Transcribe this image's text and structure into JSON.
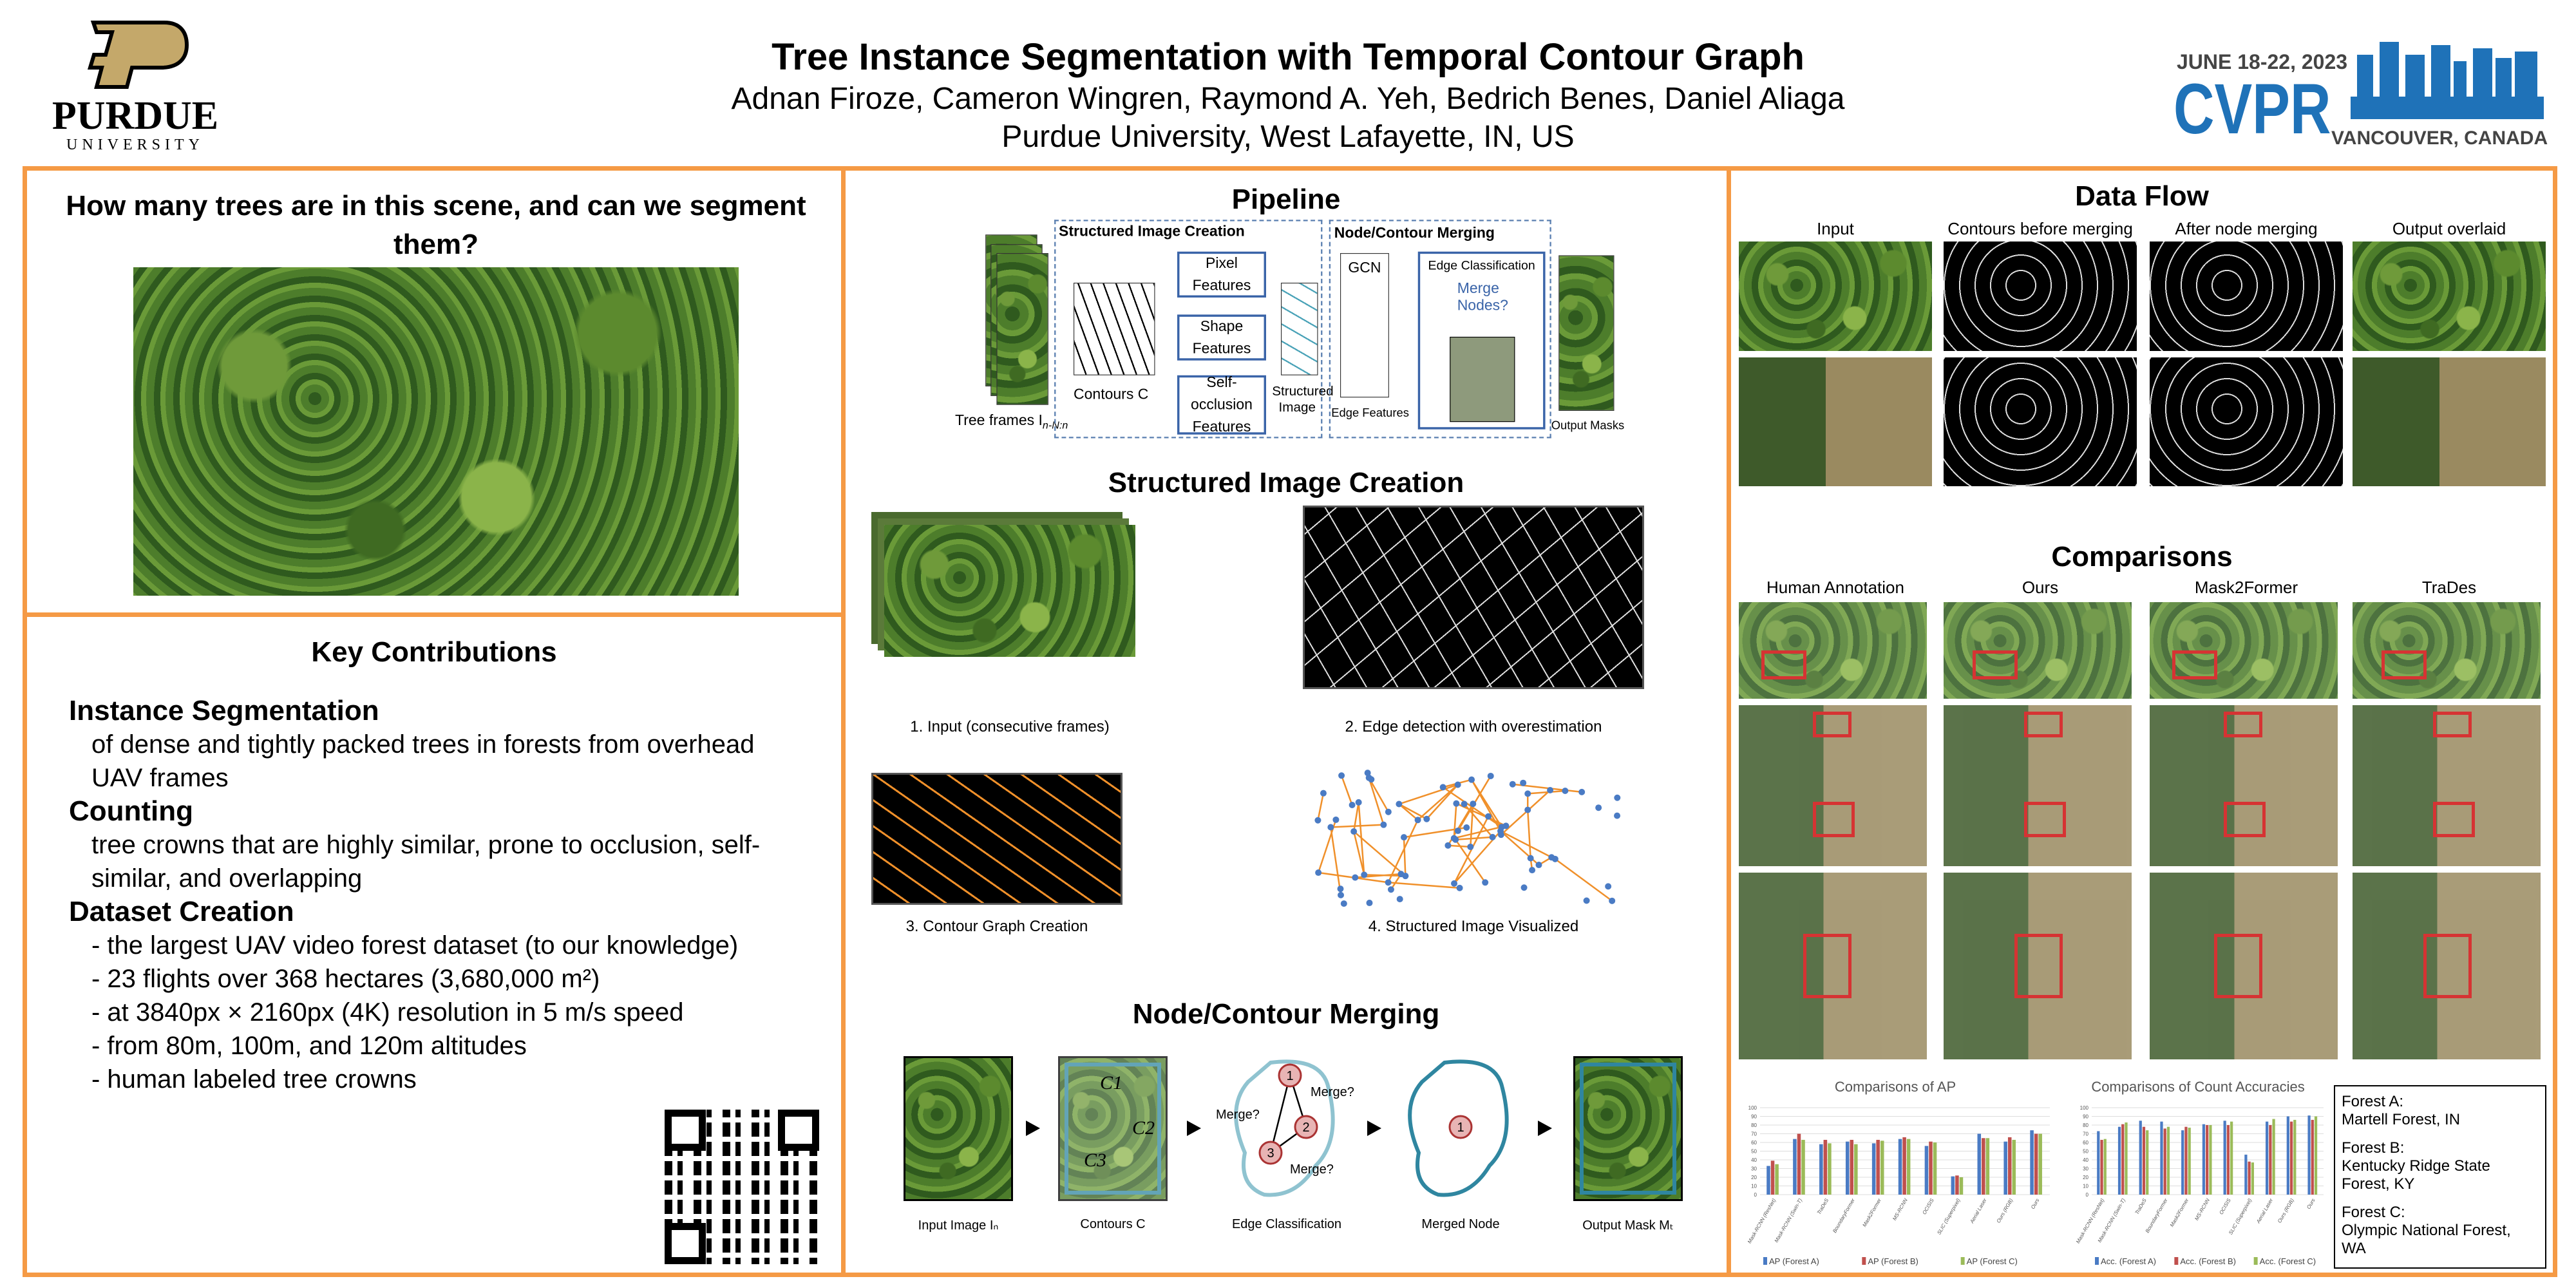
{
  "header": {
    "university": "PURDUE",
    "university_sub": "UNIVERSITY",
    "title": "Tree Instance Segmentation with Temporal Contour Graph",
    "authors": "Adnan Firoze, Cameron Wingren, Raymond A. Yeh, Bedrich Benes, Daniel Aliaga",
    "affiliation": "Purdue University, West Lafayette, IN, US",
    "conf_date": "JUNE 18-22, 2023",
    "conf_name": "CVPR",
    "conf_place": "VANCOUVER, CANADA"
  },
  "question": {
    "title": "How many trees are in this scene, and can we segment them?"
  },
  "contributions": {
    "title": "Key Contributions",
    "items": [
      {
        "head": "Instance Segmentation",
        "body": "of dense and tightly packed trees in forests from overhead UAV frames"
      },
      {
        "head": "Counting",
        "body": "tree crowns that are highly similar, prone to occlusion, self-similar, and overlapping"
      },
      {
        "head": "Dataset Creation",
        "bullets": [
          "- the largest UAV video forest dataset (to our knowledge)",
          "- 23 flights over 368 hectares (3,680,000 m²)",
          "- at 3840px × 2160px (4K) resolution in 5 m/s speed",
          "- from 80m, 100m, and 120m altitudes",
          "- human labeled tree crowns"
        ]
      }
    ]
  },
  "pipeline": {
    "title": "Pipeline",
    "tree_frames": "Tree frames I",
    "tree_frames_sub": "n-N:n",
    "sic_title": "Structured Image Creation",
    "contours": "Contours C",
    "pixel": "Pixel Features",
    "shape": "Shape Features",
    "self": "Self-occlusion Features",
    "structured": "Structured Image",
    "ncm_title": "Node/Contour Merging",
    "gcn": "GCN",
    "edge_features": "Edge Features",
    "edge_class": "Edge Classification",
    "merge_nodes": "Merge Nodes?",
    "output": "Output Masks"
  },
  "sic": {
    "title": "Structured Image Creation",
    "captions": [
      "1. Input (consecutive frames)",
      "2. Edge detection with overestimation",
      "3. Contour Graph Creation",
      "4. Structured Image Visualized"
    ]
  },
  "merging": {
    "title": "Node/Contour Merging",
    "captions": [
      "Input Image Iₙ",
      "Contours C",
      "Edge Classification",
      "Merged Node",
      "Output Mask Mₜ"
    ],
    "contour_labels": [
      "C1",
      "C2",
      "C3"
    ],
    "nodes": [
      "1",
      "2",
      "3"
    ],
    "merge_q": "Merge?"
  },
  "dataflow": {
    "title": "Data Flow",
    "cols": [
      "Input",
      "Contours before merging",
      "After node merging",
      "Output overlaid"
    ]
  },
  "comparisons": {
    "title": "Comparisons",
    "cols": [
      "Human Annotation",
      "Ours",
      "Mask2Former",
      "TraDes"
    ]
  },
  "legend_box": [
    "Forest A:",
    "Martell Forest, IN",
    "Forest B:",
    "Kentucky Ridge State Forest, KY",
    "Forest C:",
    "Olympic National Forest, WA"
  ],
  "colors": {
    "accent": "#f59a45",
    "a": "#4a7bc4",
    "b": "#c0504d",
    "c": "#9bbb59",
    "cvpr": "#1f72b8",
    "purdue_gold": "#c4a86a"
  },
  "chart_data": [
    {
      "type": "bar",
      "title": "Comparisons of AP",
      "ylim": [
        0,
        100
      ],
      "yticks": [
        0,
        10,
        20,
        30,
        40,
        50,
        60,
        70,
        80,
        90,
        100
      ],
      "grid": true,
      "legend": "bottom",
      "categories": [
        "Mask-RCNN (ResNet)",
        "Mask-RCNN (Swin-T)",
        "TraDeS",
        "BoundaryFormer",
        "Mask2Former",
        "MS-RCNN",
        "OCISIS",
        "SLIC (Superpixel)",
        "Aerial Laser",
        "Ours (RGB)",
        "Ours"
      ],
      "series": [
        {
          "name": "AP (Forest A)",
          "values": [
            33,
            64,
            58,
            61,
            59,
            64,
            56,
            21,
            70,
            61,
            74
          ]
        },
        {
          "name": "AP (Forest B)",
          "values": [
            39,
            70,
            63,
            63,
            63,
            66,
            61,
            22,
            65,
            66,
            70
          ]
        },
        {
          "name": "AP (Forest C)",
          "values": [
            35,
            63,
            59,
            58,
            62,
            64,
            60,
            20,
            65,
            63,
            70
          ]
        }
      ]
    },
    {
      "type": "bar",
      "title": "Comparisons of Count Accuracies",
      "ylim": [
        0,
        100
      ],
      "yticks": [
        0,
        10,
        20,
        30,
        40,
        50,
        60,
        70,
        80,
        90,
        100
      ],
      "grid": true,
      "legend": "bottom",
      "categories": [
        "Mask-RCNN (ResNet)",
        "Mask-RCNN (Swin-T)",
        "TraDeS",
        "BoundaryFormer",
        "Mask2Former",
        "MS-RCNN",
        "OCISIS",
        "SLIC (Superpixel)",
        "Aerial Laser",
        "Ours (RGB)",
        "Ours"
      ],
      "series": [
        {
          "name": "Acc. (Forest A)",
          "values": [
            73,
            78,
            85,
            84,
            74,
            81,
            85,
            46,
            84,
            90,
            91
          ]
        },
        {
          "name": "Acc. (Forest B)",
          "values": [
            63,
            81,
            78,
            76,
            78,
            80,
            80,
            38,
            80,
            84,
            86
          ]
        },
        {
          "name": "Acc. (Forest C)",
          "values": [
            64,
            83,
            74,
            78,
            77,
            80,
            84,
            37,
            87,
            86,
            90
          ]
        }
      ]
    }
  ]
}
